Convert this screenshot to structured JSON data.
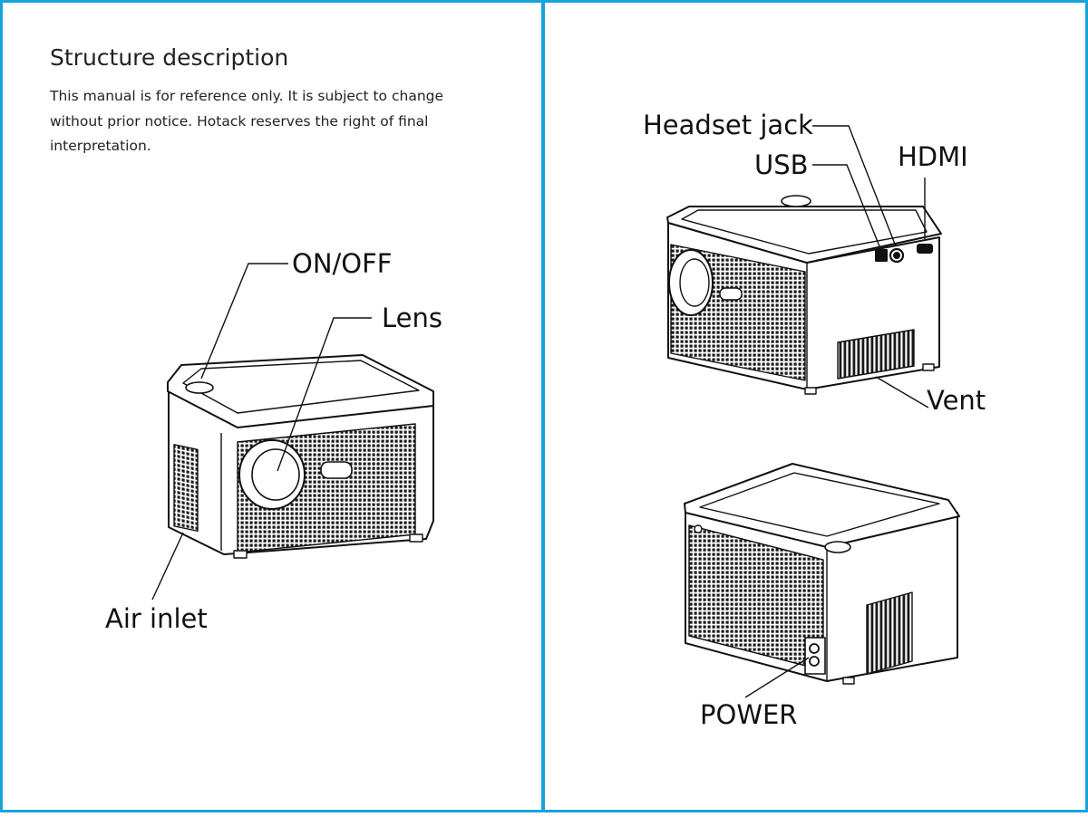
{
  "left_page": {
    "title": "Structure description",
    "intro": "This manual is for reference only. It is subject to change without prior notice. Hotack reserves the right of final interpretation.",
    "callouts": {
      "on_off": "ON/OFF",
      "lens": "Lens",
      "air_inlet": "Air inlet"
    }
  },
  "right_page": {
    "callouts": {
      "headset_jack": "Headset jack",
      "usb": "USB",
      "hdmi": "HDMI",
      "vent": "Vent",
      "power": "POWER"
    }
  },
  "colors": {
    "border": "#1aa3d8",
    "ink": "#111111"
  }
}
